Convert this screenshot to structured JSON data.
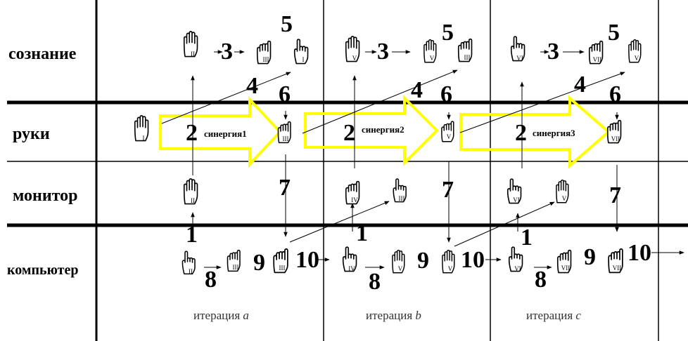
{
  "rows": {
    "consciousness": "сознание",
    "hands": "руки",
    "monitor": "монитор",
    "computer": "компьютер"
  },
  "iterations": [
    {
      "label": "итерация",
      "letter": "a",
      "synergy": "синергия1",
      "numbers": {
        "n1": "1",
        "n2": "2",
        "n3": "3",
        "n4": "4",
        "n5": "5",
        "n6": "6",
        "n7": "7",
        "n8": "8",
        "n9": "9",
        "n10": "10"
      },
      "hands": {
        "start": "I",
        "c_left": "II",
        "c_mid": "III",
        "c_right": "I",
        "h_end": "III",
        "m_left": "II",
        "p_a": "II",
        "p_b": "III",
        "p_c": "III"
      }
    },
    {
      "label": "итерация",
      "letter": "b",
      "synergy": "синергия2",
      "numbers": {
        "n1": "1",
        "n2": "2",
        "n3": "3",
        "n4": "4",
        "n5": "5",
        "n6": "6",
        "n7": "7",
        "n8": "8",
        "n9": "9",
        "n10": "10"
      },
      "hands": {
        "c_left": "V",
        "c_mid": "V",
        "c_right": "III",
        "h_end": "V",
        "m_left": "IV",
        "m_right": "III",
        "p_a": "IV",
        "p_b": "V",
        "p_c": "V"
      }
    },
    {
      "label": "итерация",
      "letter": "c",
      "synergy": "синергия3",
      "numbers": {
        "n1": "1",
        "n2": "2",
        "n3": "3",
        "n4": "4",
        "n5": "5",
        "n6": "6",
        "n7": "7",
        "n8": "8",
        "n9": "9",
        "n10": "10"
      },
      "hands": {
        "c_left": "VI",
        "c_mid": "VII",
        "c_right": "V",
        "h_end": "VII",
        "m_left": "VI",
        "m_right": "V",
        "p_a": "VI",
        "p_b": "VII",
        "p_c": "VII"
      }
    }
  ],
  "colors": {
    "arrow_outline": "#ffff00",
    "lines": "#000000",
    "hand_fill": "#ffffff"
  },
  "icons": [
    "hand-icon",
    "pointing-hand-icon",
    "yellow-block-arrow-icon"
  ]
}
